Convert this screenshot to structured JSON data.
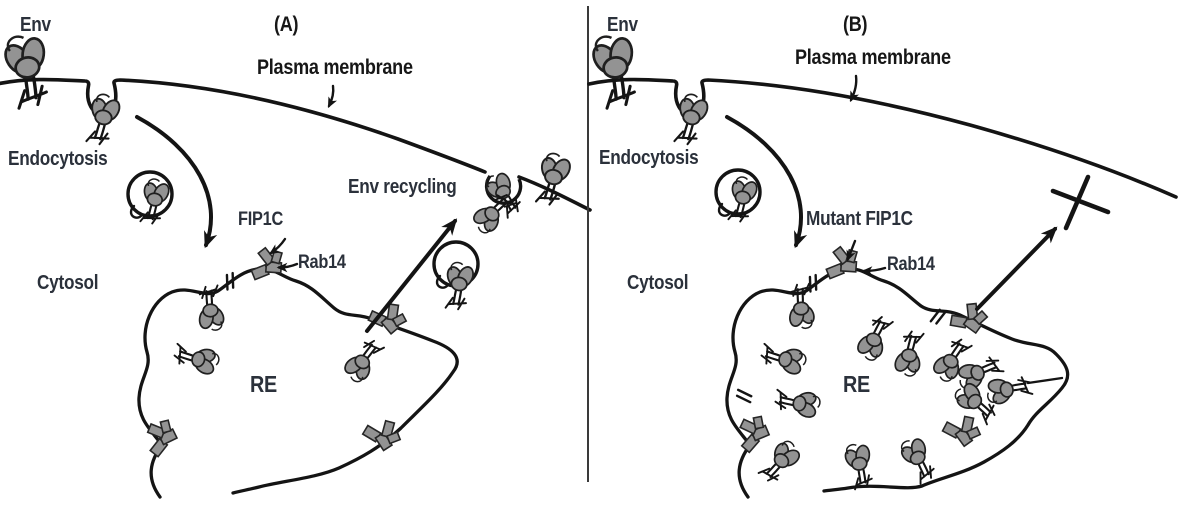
{
  "colors": {
    "ink": "#141414",
    "protein_fill": "#939393",
    "text": "#2b313b",
    "background": "#ffffff",
    "divider": "#3a3a3a"
  },
  "panelA": {
    "title": "(A)",
    "env_label": "Env",
    "plasma_membrane_label": "Plasma membrane",
    "endocytosis_label": "Endocytosis",
    "cytosol_label": "Cytosol",
    "fip1c_label": "FIP1C",
    "rab14_label": "Rab14",
    "re_label": "RE",
    "env_recycling_label": "Env recycling"
  },
  "panelB": {
    "title": "(B)",
    "env_label": "Env",
    "plasma_membrane_label": "Plasma membrane",
    "endocytosis_label": "Endocytosis",
    "cytosol_label": "Cytosol",
    "mutant_fip1c_label": "Mutant FIP1C",
    "rab14_label": "Rab14",
    "re_label": "RE"
  }
}
